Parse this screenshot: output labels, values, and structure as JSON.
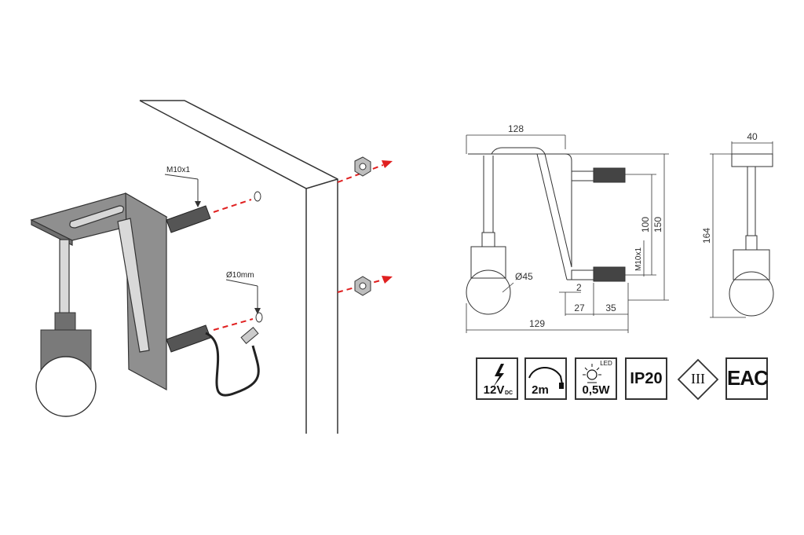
{
  "install": {
    "thread_label": "M10x1",
    "hole_label": "Ø10mm"
  },
  "dims": {
    "width_top": "128",
    "width_bottom": "129",
    "bulb_dia": "Ø45",
    "gap": "2",
    "seg1": "27",
    "seg2": "35",
    "spacing": "100",
    "height_rear": "150",
    "thread": "M10x1",
    "side_width": "40",
    "side_height": "164"
  },
  "icons": {
    "voltage": "12V",
    "voltage_sub": "DC",
    "cable": "2m",
    "led_tag": "LED",
    "power": "0,5W",
    "ip": "IP20",
    "class": "III",
    "cert": "EAC"
  },
  "colors": {
    "metal": "#8f8f8f",
    "metal_dark": "#6f6f6f",
    "arrow": "#e02020",
    "line": "#333333"
  }
}
